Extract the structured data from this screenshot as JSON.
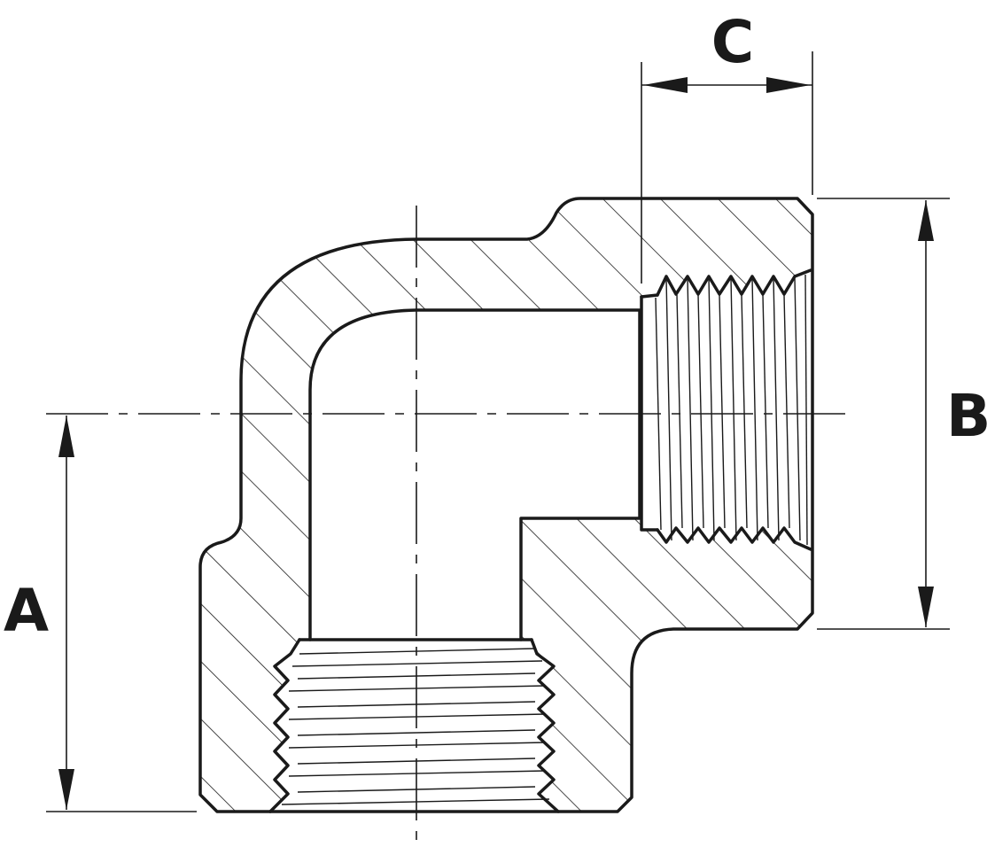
{
  "diagram": {
    "labels": {
      "dim_a": "A",
      "dim_b": "B",
      "dim_c": "C"
    },
    "colors": {
      "line": "#1a1a1a",
      "background": "#ffffff"
    }
  }
}
